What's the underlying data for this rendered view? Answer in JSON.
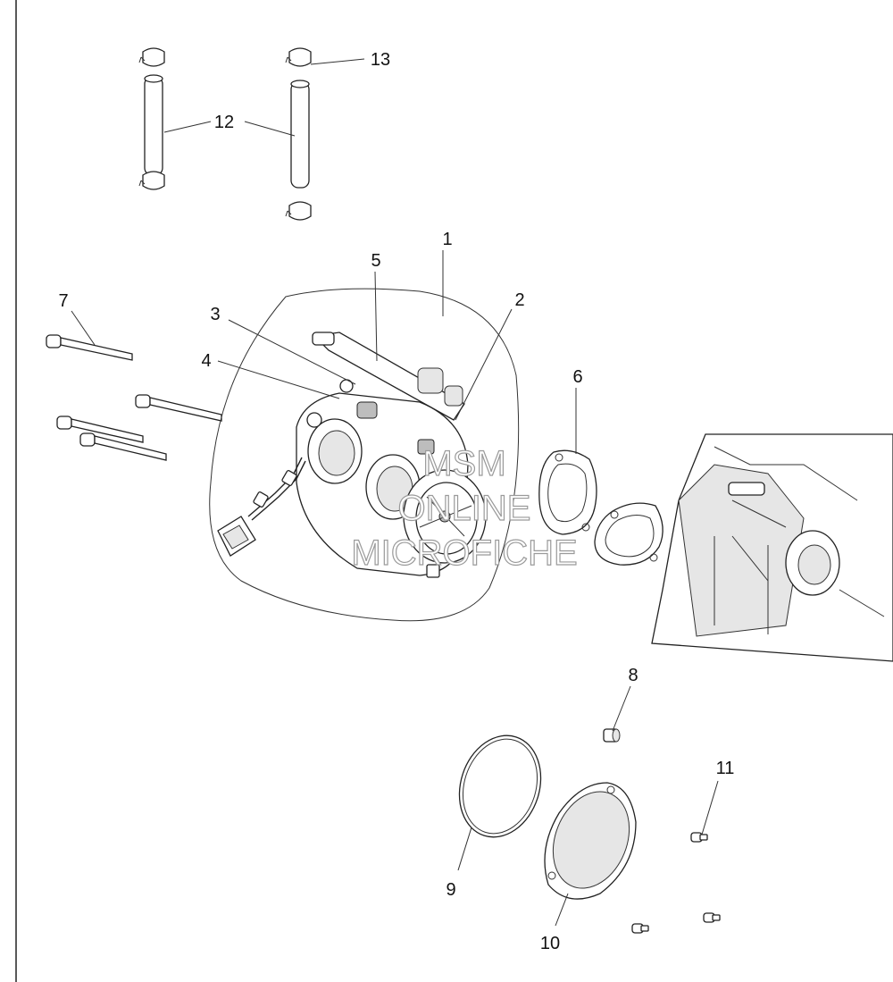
{
  "callouts": [
    {
      "id": "1",
      "text": "1"
    },
    {
      "id": "2",
      "text": "2"
    },
    {
      "id": "3",
      "text": "3"
    },
    {
      "id": "4",
      "text": "4"
    },
    {
      "id": "5",
      "text": "5"
    },
    {
      "id": "6",
      "text": "6"
    },
    {
      "id": "7",
      "text": "7"
    },
    {
      "id": "8",
      "text": "8"
    },
    {
      "id": "9",
      "text": "9"
    },
    {
      "id": "10",
      "text": "10"
    },
    {
      "id": "11",
      "text": "11"
    },
    {
      "id": "12",
      "text": "12"
    },
    {
      "id": "13",
      "text": "13"
    }
  ],
  "watermark": {
    "line1": "MSM",
    "line2": "ONLINE",
    "line3": "MICROFICHE"
  }
}
